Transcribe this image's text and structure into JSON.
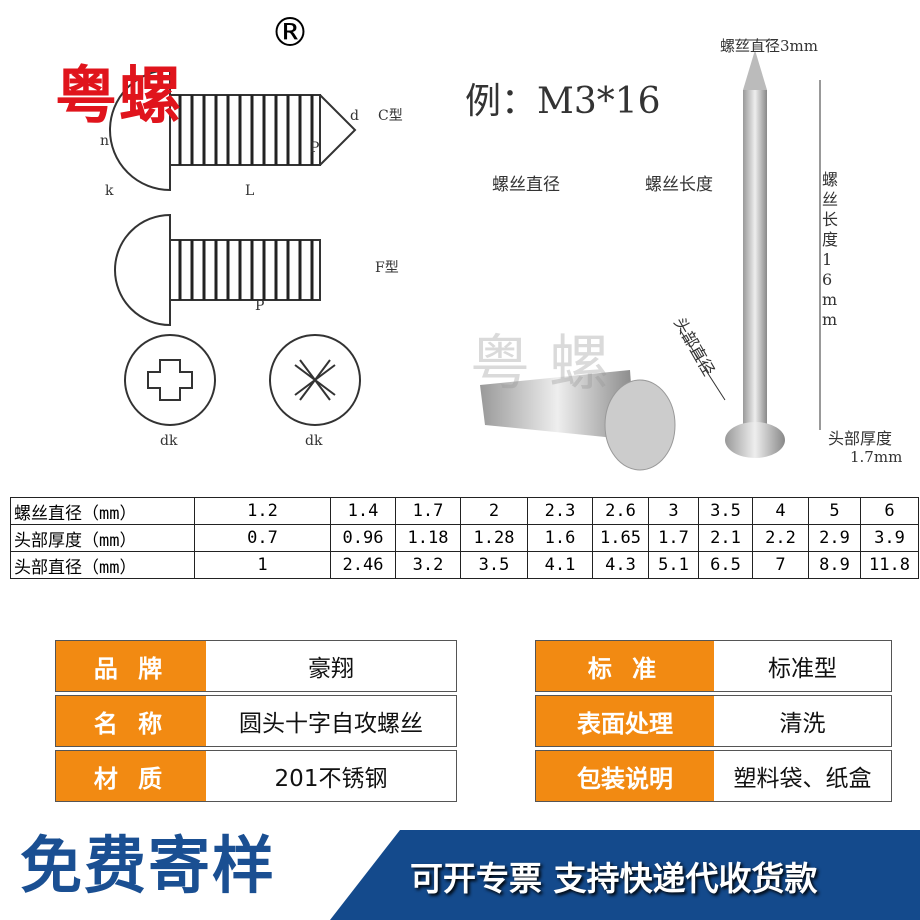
{
  "brand": "粤螺",
  "registered": "®",
  "diagram": {
    "c_type": "C型",
    "f_type": "F型",
    "labels": {
      "d": "d",
      "k": "k",
      "L": "L",
      "P": "P",
      "n": "n",
      "dk": "dk"
    }
  },
  "example": {
    "text": "例：M3*16",
    "diameter_label": "螺丝直径",
    "length_label": "螺丝长度"
  },
  "photo": {
    "top_diameter": "螺丝直径3mm",
    "length": "螺丝长度16mm",
    "head_diameter": "头部直径",
    "head_thickness": "头部厚度",
    "head_thickness_value": "1.7mm",
    "watermark": "粤 螺"
  },
  "dims_table": {
    "rows": [
      {
        "label": "螺丝直径（mm）",
        "values": [
          "1.2",
          "1.4",
          "1.7",
          "2",
          "2.3",
          "2.6",
          "3",
          "3.5",
          "4",
          "5",
          "6"
        ]
      },
      {
        "label": "头部厚度（mm）",
        "values": [
          "0.7",
          "0.96",
          "1.18",
          "1.28",
          "1.6",
          "1.65",
          "1.7",
          "2.1",
          "2.2",
          "2.9",
          "3.9"
        ]
      },
      {
        "label": "头部直径（mm）",
        "values": [
          "1",
          "2.46",
          "3.2",
          "3.5",
          "4.1",
          "4.3",
          "5.1",
          "6.5",
          "7",
          "8.9",
          "11.8"
        ]
      }
    ]
  },
  "specs": [
    {
      "key": "品 牌",
      "value": "豪翔"
    },
    {
      "key": "标 准",
      "value": "标准型"
    },
    {
      "key": "名 称",
      "value": "圆头十字自攻螺丝"
    },
    {
      "key": "表面处理",
      "value": "清洗"
    },
    {
      "key": "材 质",
      "value": "201不锈钢"
    },
    {
      "key": "包装说明",
      "value": "塑料袋、纸盒"
    }
  ],
  "banner": {
    "left": "免费寄样",
    "right": "可开专票 支持快递代收货款"
  },
  "colors": {
    "orange": "#f28a12",
    "blue": "#144a8c",
    "red": "#e0141c"
  }
}
